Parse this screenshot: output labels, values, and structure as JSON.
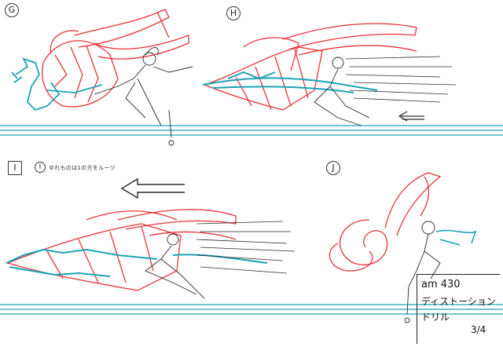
{
  "panels": [
    {
      "letter": "G"
    },
    {
      "letter": "H"
    },
    {
      "letter": "I",
      "note_letter": "I",
      "note": "ゆれものは1の方をルーツ"
    },
    {
      "letter": "J"
    }
  ],
  "stamp": {
    "cut": "am 430",
    "title_line1": "ディストーション",
    "title_line2": "ドリル",
    "page": "3/4"
  },
  "colors": {
    "red": "#e8333a",
    "cyan": "#1aa3b5",
    "pencil": "#2a2a2a"
  }
}
